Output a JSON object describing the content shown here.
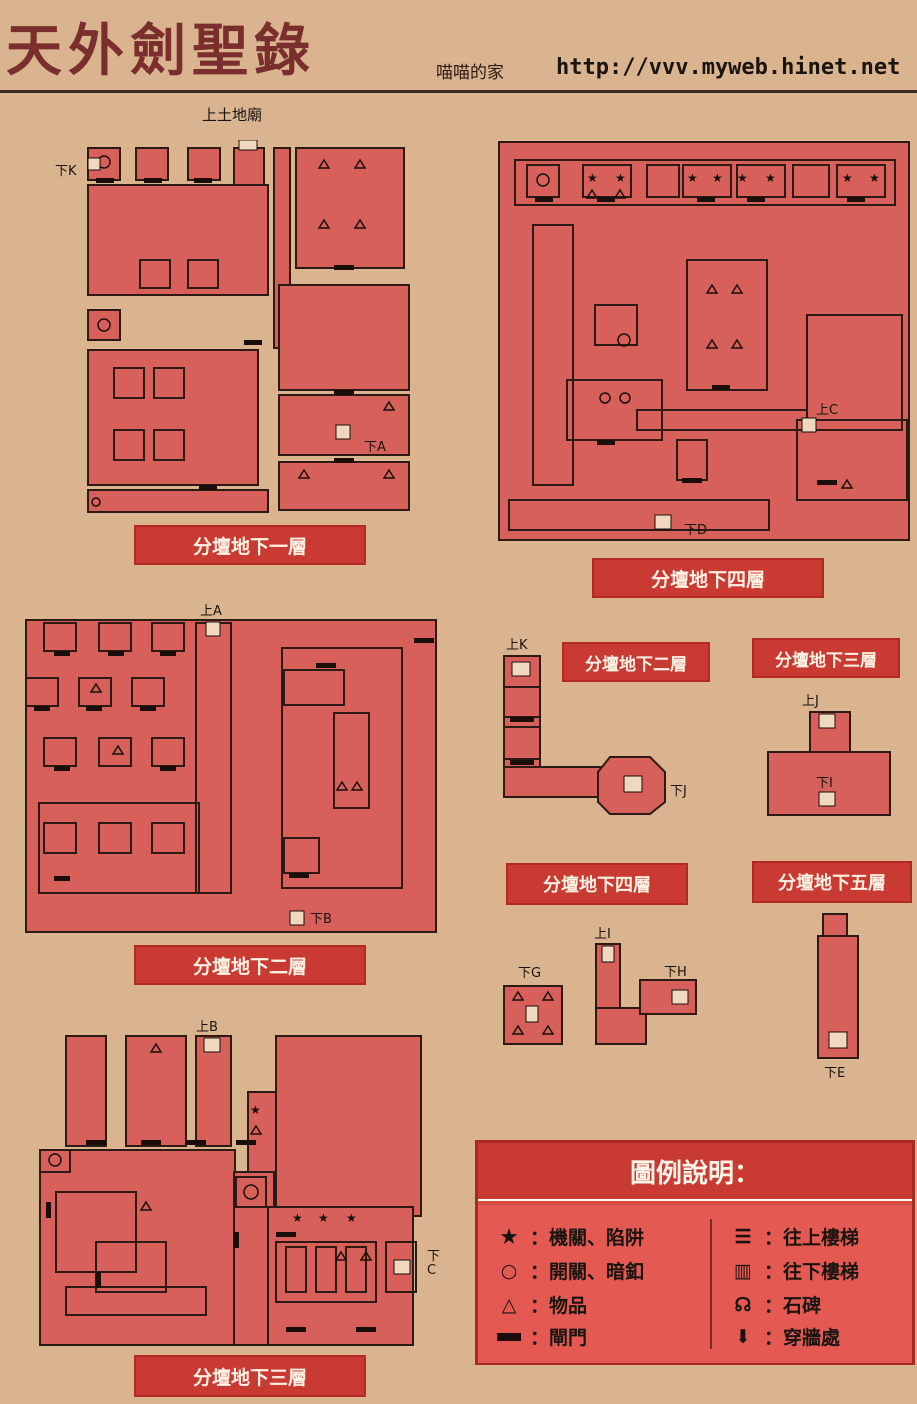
{
  "header": {
    "title": "天外劍聖錄",
    "credit": "喵喵的家",
    "url": "http://vvv.myweb.hinet.net"
  },
  "maps": {
    "b1": {
      "label": "分壇地下一層",
      "marks": {
        "up_temple": "上土地廟",
        "down_k": "下K",
        "down_a": "下A"
      }
    },
    "b4_large": {
      "label": "分壇地下四層",
      "marks": {
        "up_c": "上C",
        "down_d": "下D"
      }
    },
    "b2": {
      "label": "分壇地下二層",
      "marks": {
        "up_a": "上A",
        "down_b": "下B"
      }
    },
    "b2_small": {
      "label": "分壇地下二層",
      "marks": {
        "up_k": "上K",
        "down_j": "下J"
      }
    },
    "b3_small": {
      "label": "分壇地下三層",
      "marks": {
        "up_j": "上J",
        "down_i": "下I"
      }
    },
    "b4_small": {
      "label": "分壇地下四層",
      "marks": {
        "down_g": "下G",
        "up_i": "上I",
        "down_h": "下H"
      }
    },
    "b5_small": {
      "label": "分壇地下五層",
      "marks": {
        "down_e": "下E"
      }
    },
    "b3": {
      "label": "分壇地下三層",
      "marks": {
        "up_b": "上B",
        "down_c": "下C"
      }
    }
  },
  "legend": {
    "title": "圖例說明：",
    "items": [
      {
        "symbol": "star-icon",
        "text": "：機關、陷阱"
      },
      {
        "symbol": "circle-icon",
        "text": "：開關、暗釦"
      },
      {
        "symbol": "triangle-icon",
        "text": "：物品"
      },
      {
        "symbol": "door-icon",
        "text": "：閘門"
      },
      {
        "symbol": "stairs-up-icon",
        "text": "：往上樓梯"
      },
      {
        "symbol": "stairs-down-icon",
        "text": "：往下樓梯"
      },
      {
        "symbol": "stele-icon",
        "text": "：石碑"
      },
      {
        "symbol": "arrow-down-icon",
        "text": "：穿牆處"
      }
    ]
  },
  "colors": {
    "room": "#d7605a",
    "wall": "#2e1a14",
    "door": "#1a0e0a",
    "paper": "#d9b48e",
    "label_red": "#c93a32"
  }
}
